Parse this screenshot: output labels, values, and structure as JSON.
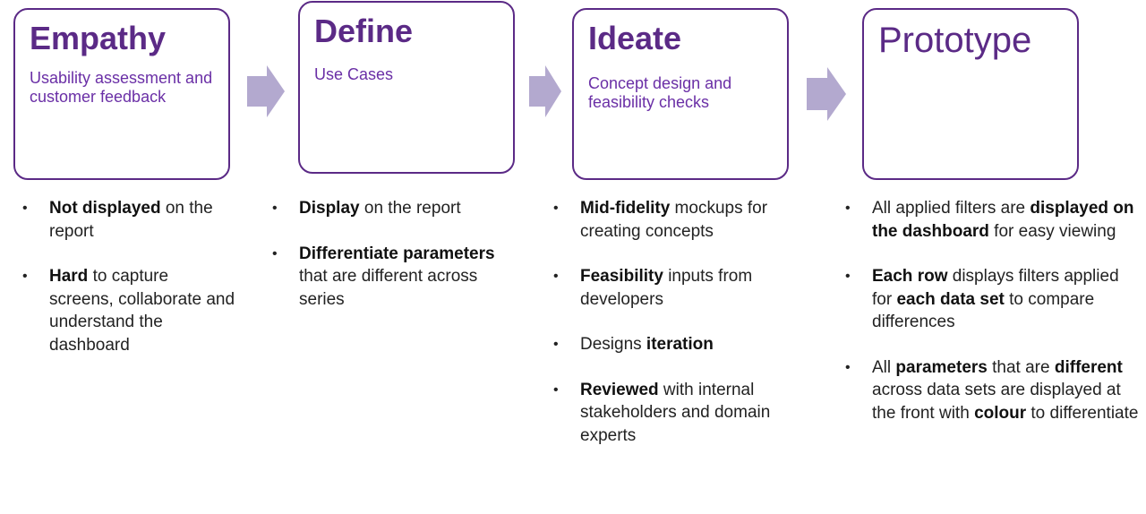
{
  "stages": [
    {
      "title": "Empathy",
      "subtitle": "Usability assessment and customer feedback",
      "points": [
        [
          {
            "b": "Not displayed"
          },
          {
            "t": " on the report"
          }
        ],
        [
          {
            "b": "Hard"
          },
          {
            "t": " to capture screens, collaborate and understand the dashboard"
          }
        ]
      ]
    },
    {
      "title": "Define",
      "subtitle": "Use Cases",
      "points": [
        [
          {
            "b": "Display"
          },
          {
            "t": " on the report"
          }
        ],
        [
          {
            "b": "Differentiate parameters"
          },
          {
            "t": " that are different across series"
          }
        ]
      ]
    },
    {
      "title": "Ideate",
      "subtitle": "Concept design and feasibility checks",
      "points": [
        [
          {
            "b": "Mid-fidelity"
          },
          {
            "t": " mockups for creating concepts"
          }
        ],
        [
          {
            "b": "Feasibility"
          },
          {
            "t": " inputs from developers"
          }
        ],
        [
          {
            "t": "Designs "
          },
          {
            "b": "iteration"
          }
        ],
        [
          {
            "b": "Reviewed"
          },
          {
            "t": " with internal stakeholders and domain experts"
          }
        ]
      ]
    },
    {
      "title": "Prototype",
      "subtitle": "",
      "points": [
        [
          {
            "t": "All applied filters are "
          },
          {
            "b": "displayed on the dashboard"
          },
          {
            "t": " for easy viewing"
          }
        ],
        [
          {
            "b": "Each row"
          },
          {
            "t": " displays filters applied for "
          },
          {
            "b": "each data set"
          },
          {
            "t": " to compare differences"
          }
        ],
        [
          {
            "t": "All "
          },
          {
            "b": "parameters"
          },
          {
            "t": " that are "
          },
          {
            "b": "different"
          },
          {
            "t": " across data sets are displayed at the front with "
          },
          {
            "b": "colour"
          },
          {
            "t": " to differentiate"
          }
        ]
      ]
    }
  ],
  "colors": {
    "border": "#5b2a86",
    "title": "#5b2a86",
    "subtitle": "#6a2fa6",
    "arrow": "#b3a9cf"
  }
}
